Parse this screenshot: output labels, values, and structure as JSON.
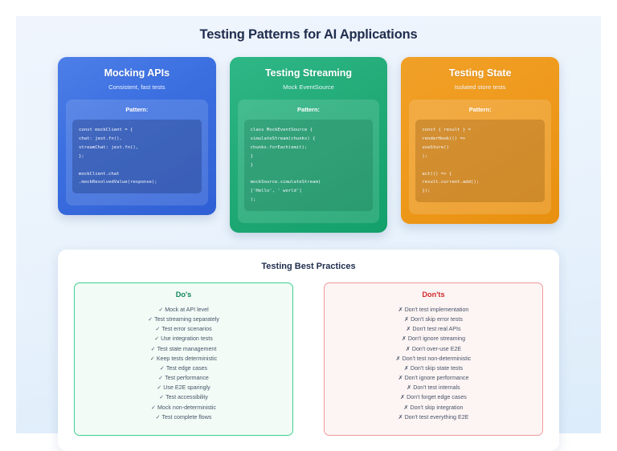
{
  "page": {
    "title": "Testing Patterns for AI Applications"
  },
  "cards": [
    {
      "key": "mocking-apis",
      "title": "Mocking APIs",
      "subtitle": "Consistent, fast tests",
      "pattern_label": "Pattern:",
      "code": "const mockClient = {\nchat: jest.fn(),\nstreamChat: jest.fn(),\n};\n\nmockClient.chat\n.mockResolvedValue(response);",
      "color": "#3b6fe0"
    },
    {
      "key": "testing-streaming",
      "title": "Testing Streaming",
      "subtitle": "Mock EventSource",
      "pattern_label": "Pattern:",
      "code": "class MockEventSource {\nsimulateStream(chunks) {\nchunks.forEach(emit);\n}\n}\n\nmockSource.simulateStream(\n['Hello', ' world']\n);",
      "color": "#22ab77"
    },
    {
      "key": "testing-state",
      "title": "Testing State",
      "subtitle": "Isolated store tests",
      "pattern_label": "Pattern:",
      "code": "const { result } =\nrenderHook(() =>\nuseStore()\n);\n\nact(() => {\nresult.current.add();\n});",
      "color": "#ef9a1d"
    }
  ],
  "best_practices": {
    "title": "Testing Best Practices",
    "dos": {
      "title": "Do's",
      "mark": "✓",
      "color": "#12875a",
      "items": [
        "Mock at API level",
        "Test streaming separately",
        "Test error scenarios",
        "Use integration tests",
        "Test state management",
        "Keep tests deterministic",
        "Test edge cases",
        "Test performance",
        "Use E2E sparingly",
        "Test accessibility",
        "Mock non-deterministic",
        "Test complete flows"
      ]
    },
    "donts": {
      "title": "Don'ts",
      "mark": "✗",
      "color": "#d02b2b",
      "items": [
        "Don't test implementation",
        "Don't skip error tests",
        "Don't test real APIs",
        "Don't ignore streaming",
        "Don't over-use E2E",
        "Don't test non-deterministic",
        "Don't skip state tests",
        "Don't ignore performance",
        "Don't test internals",
        "Don't forget edge cases",
        "Don't skip integration",
        "Don't test everything E2E"
      ]
    }
  }
}
